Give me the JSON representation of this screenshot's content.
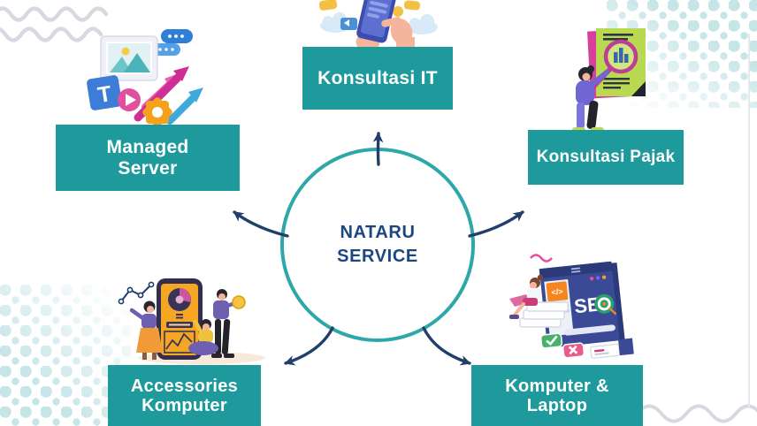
{
  "center": {
    "label": "NATARU\nSERVICE"
  },
  "nodes": {
    "konsultasi_it": {
      "label": "Konsultasi IT"
    },
    "managed_server": {
      "label": "Managed\nServer"
    },
    "konsultasi_pajak": {
      "label": "Konsultasi Pajak"
    },
    "accessories_komputer": {
      "label": "Accessories\nKomputer"
    },
    "komputer_laptop": {
      "label": "Komputer &\nLaptop"
    }
  },
  "illustration_text": {
    "text_tool": "T",
    "seo": "SE",
    "code": "</>"
  },
  "colors": {
    "node_box": "#1f9a9c",
    "circle_outline": "#2da7a7",
    "center_text": "#1b477e",
    "arrows": "#223f6a",
    "dot_pattern": "#c6e5e7",
    "wave_lines": "#d6dae0"
  }
}
